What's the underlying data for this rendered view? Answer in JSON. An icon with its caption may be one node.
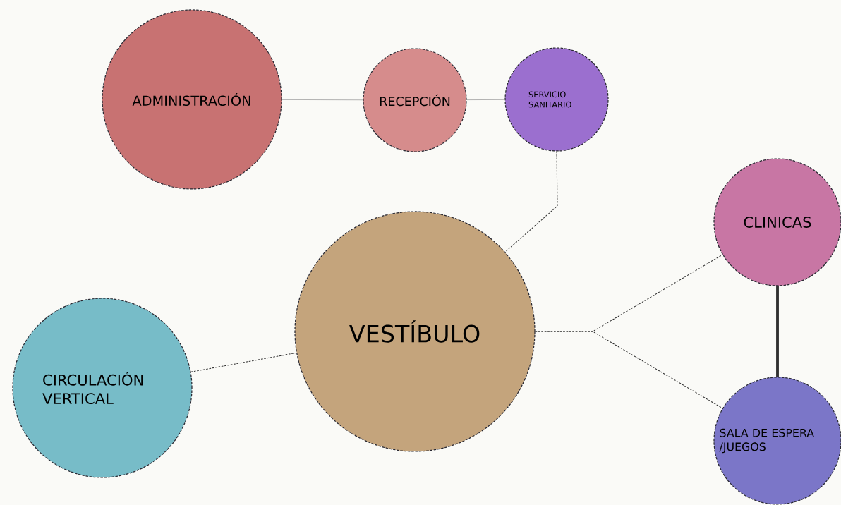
{
  "diagram": {
    "nodes": [
      {
        "text": [
          "ADMINISTRACIÓN"
        ]
      },
      {
        "text": [
          "RECEPCIÓN"
        ]
      },
      {
        "text": [
          "SERVICIO SANITARIO"
        ]
      },
      {
        "text": [
          "CLINICAS"
        ]
      },
      {
        "text": [
          "VESTÍBULO"
        ]
      },
      {
        "text": [
          "CIRCULACIÓN VERTICAL"
        ]
      },
      {
        "text": [
          "SALA DE ESPERA /JUEGOS"
        ]
      }
    ],
    "edges": [
      {
        "from": 0,
        "to": 1,
        "arrow": "none",
        "color": "#a8a8a8"
      },
      {
        "from": 1,
        "to": 2,
        "arrow": "none",
        "color": "#a8a8a8"
      },
      {
        "from": 2,
        "to": 4,
        "arrow": "none",
        "style": "dashed"
      },
      {
        "from": 4,
        "to": 3,
        "arrow": "none",
        "style": "dashed"
      },
      {
        "from": 4,
        "to": 6,
        "arrow": "none",
        "style": "dashed"
      },
      {
        "from": 5,
        "to": 4,
        "arrow": "none",
        "style": "dashed"
      },
      {
        "from": 3,
        "to": 6,
        "arrow": "none",
        "style": "thick"
      }
    ]
  }
}
